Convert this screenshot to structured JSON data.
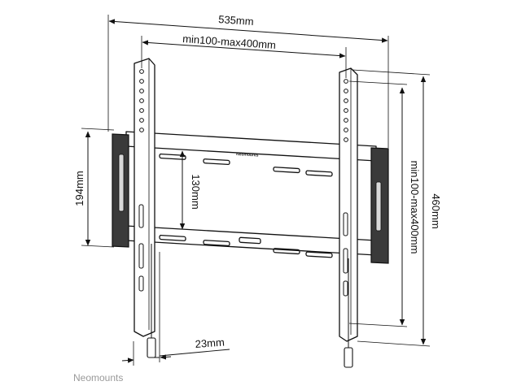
{
  "dimensions": {
    "overall_width": "535mm",
    "hole_spacing_horizontal": "min100-max400mm",
    "overall_height": "460mm",
    "hole_spacing_vertical": "min100-max400mm",
    "wall_plate_height": "194mm",
    "rail_spacing": "130mm",
    "wall_distance": "23mm"
  },
  "product": {
    "plate_logo": "Neomounts"
  },
  "watermark": "Neomounts"
}
